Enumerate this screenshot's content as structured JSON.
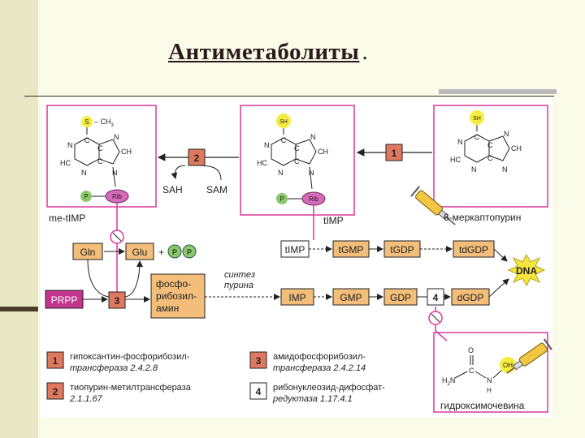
{
  "title": "Антиметаболиты",
  "title_dot": ".",
  "structures": {
    "s_ch3_label": "S",
    "ch3_label": "– CH",
    "ch3_sub": "3",
    "sh_label": "SH",
    "atom_c": "C",
    "atom_n": "N",
    "atom_hc": "HC",
    "atom_ch": "CH",
    "ribose": "Rib",
    "phosphate": "P"
  },
  "labels": {
    "me_timp": "me-tIMP",
    "timp_top": "tIMP",
    "mercaptopurine": "6-меркаптопурин",
    "sah": "SAH",
    "sam": "SAM",
    "gln": "Gln",
    "glu": "Glu",
    "plus": "+",
    "prpp": "PRPP",
    "fosfo_1": "фосфо-",
    "fosfo_2": "рибозил-",
    "fosfo_3": "амин",
    "sintez_1": "синтез",
    "sintez_2": "пурина",
    "dna": "DNA",
    "hydroxyurea": "гидроксимочевина",
    "h2n": "H",
    "h2n_sub": "2",
    "h2n_n": "N",
    "hu_o": "O",
    "hu_c": "C",
    "hu_n": "N",
    "hu_h": "H",
    "hu_oh": "OH"
  },
  "pathway_top": [
    "tIMP",
    "tGMP",
    "tGDP",
    "tdGDP"
  ],
  "pathway_bottom": [
    "IMP",
    "GMP",
    "GDP",
    "dGDP"
  ],
  "enzymes": [
    {
      "num": "1",
      "line1": "гипоксантин-фосфорибозил-",
      "line2": "трансфераза 2.4.2.8"
    },
    {
      "num": "2",
      "line1": "тиопурин-метилтрансфераза",
      "line2": "2.1.1.67"
    },
    {
      "num": "3",
      "line1": "амидофосфорибозил-",
      "line2": "трансфераза 2.4.2.14"
    },
    {
      "num": "4",
      "line1": "рибонуклеозид-дифосфат-",
      "line2": "редуктаза 1.17.4.1"
    }
  ],
  "colors": {
    "pink": "#d8399a",
    "enzyme_red": "#e0785f",
    "metabolite": "#f3bd7a",
    "sh_yellow": "#f4ec3f",
    "ribose": "#d66bb9",
    "phosphate": "#8ac96a",
    "dna": "#f6e53b",
    "syringe": "#f1c640",
    "prpp": "#c2348d"
  }
}
